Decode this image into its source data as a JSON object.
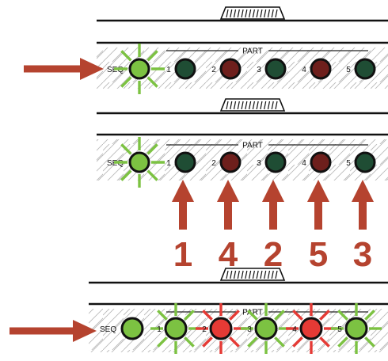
{
  "panels": [
    {
      "part_label": "PART",
      "seq_label": "SEQ",
      "slot_labels": [
        "1",
        "2",
        "3",
        "4",
        "5"
      ],
      "seq_lit": true,
      "slot_colors": [
        "#1f4d34",
        "#6e1f1c",
        "#1f4d34",
        "#6e1f1c",
        "#1f4d34"
      ],
      "slot_lit": [
        false,
        false,
        false,
        false,
        false
      ],
      "pointer_arrow": true
    },
    {
      "part_label": "PART",
      "seq_label": "SEQ",
      "slot_labels": [
        "1",
        "2",
        "3",
        "4",
        "5"
      ],
      "seq_lit": true,
      "slot_colors": [
        "#1f4d34",
        "#6e1f1c",
        "#1f4d34",
        "#6e1f1c",
        "#1f4d34"
      ],
      "slot_lit": [
        false,
        false,
        false,
        false,
        false
      ],
      "pointer_arrow": false,
      "press_order": [
        "1",
        "4",
        "2",
        "5",
        "3"
      ]
    },
    {
      "part_label": "PART",
      "seq_label": "SEQ",
      "slot_labels": [
        "1",
        "2",
        "3",
        "4",
        "5"
      ],
      "seq_lit": false,
      "slot_colors": [
        "#7cc242",
        "#e53a35",
        "#7cc242",
        "#e53a35",
        "#7cc242"
      ],
      "slot_lit": [
        true,
        true,
        true,
        true,
        true
      ],
      "pointer_arrow": true
    }
  ],
  "colors": {
    "arrow": "#b5432f",
    "green_led": "#7cc242",
    "dark_green_led": "#1f4d34",
    "red_led": "#e53a35",
    "dark_red_led": "#6e1f1c",
    "ray_green": "#7cc242",
    "ray_red": "#e53a35"
  }
}
